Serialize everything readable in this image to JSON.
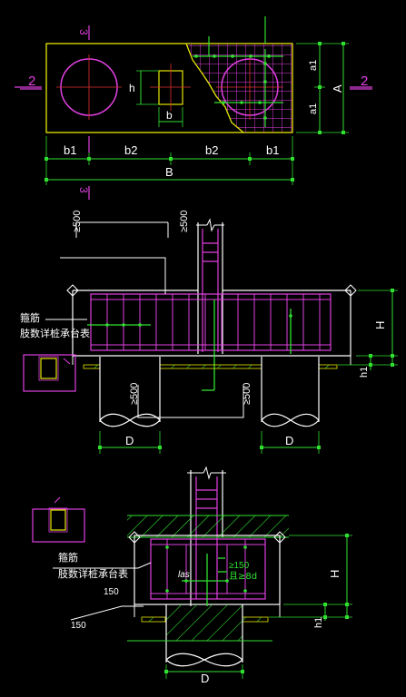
{
  "drawing": {
    "plan": {
      "section_mark_left": "2",
      "section_mark_right": "2",
      "section_mark_top": "3",
      "section_mark_bottom": "3",
      "dim_h": "h",
      "dim_b": "b",
      "dim_b1_left": "b1",
      "dim_b2_left": "b2",
      "dim_b2_right": "b2",
      "dim_b1_right": "b1",
      "dim_B": "B",
      "dim_a1_top": "a1",
      "dim_a1_bottom": "a1",
      "dim_A": "A"
    },
    "section_2_2": {
      "label_500_left": "≥500",
      "label_500_right": "≥500",
      "label_500_pile_left": "≥500",
      "label_500_pile_right": "≥500",
      "dim_H": "H",
      "dim_h1": "h1",
      "dim_D_left": "D",
      "dim_D_right": "D",
      "note_line1": "箍筋",
      "note_line2": "肢数详桩承台表"
    },
    "section_3_3": {
      "note_line1": "箍筋",
      "note_line2": "肢数详桩承台表",
      "label_150_top": "150",
      "label_150_bottom": "150",
      "label_ge150": "≥150",
      "label_ge8d": "且≥8d",
      "label_las": "las",
      "dim_H": "H",
      "dim_h1": "h1",
      "dim_D": "D"
    }
  }
}
